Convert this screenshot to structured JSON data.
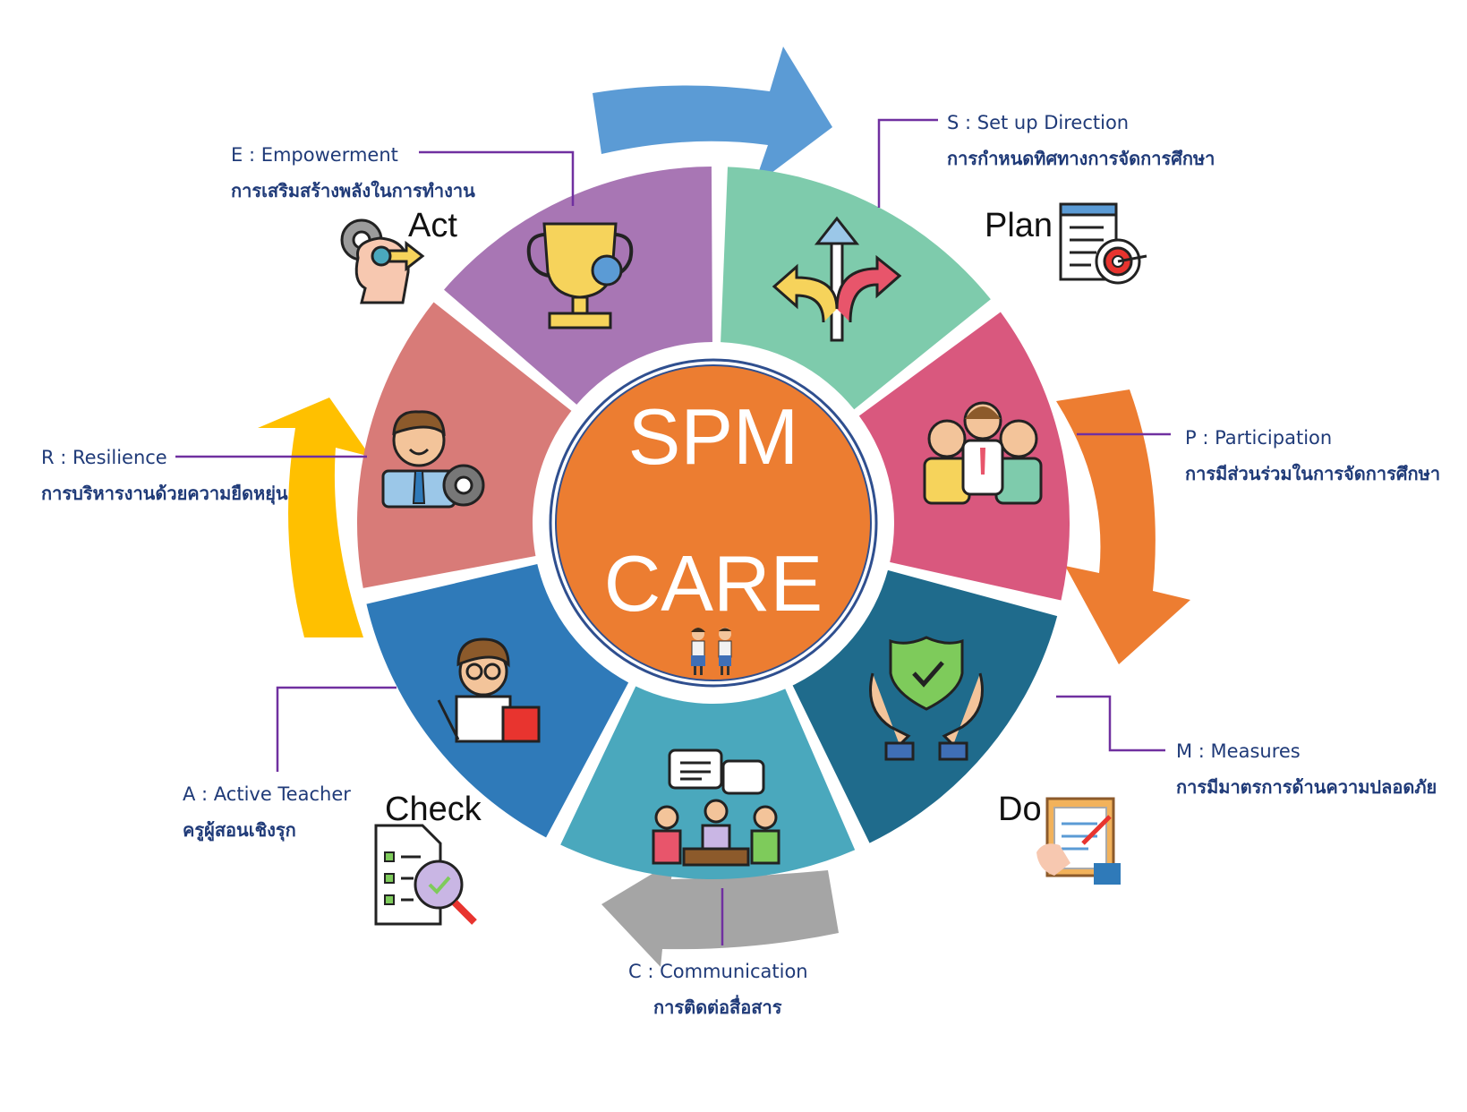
{
  "center": {
    "line1": "SPM",
    "line2": "CARE",
    "icon": "students-icon"
  },
  "phases": {
    "plan": "Plan",
    "do": "Do",
    "check": "Check",
    "act": "Act"
  },
  "labels": {
    "S": {
      "en": "S : Set up Direction",
      "th": "การกำหนดทิศทางการจัดการศึกษา",
      "icon": "direction-arrows-icon"
    },
    "P": {
      "en": "P : Participation",
      "th": "การมีส่วนร่วมในการจัดการศึกษา",
      "icon": "team-meeting-icon"
    },
    "M": {
      "en": "M : Measures",
      "th": "การมีมาตรการด้านความปลอดภัย",
      "icon": "shield-hands-icon"
    },
    "C": {
      "en": "C : Communication",
      "th": "การติดต่อสื่อสาร",
      "icon": "conversation-icon"
    },
    "A": {
      "en": "A : Active Teacher",
      "th": "ครูผู้สอนเชิงรุก",
      "icon": "teacher-icon"
    },
    "R": {
      "en": "R : Resilience",
      "th": "การบริหารงานด้วยความยืดหยุ่น",
      "icon": "manager-gear-icon"
    },
    "E": {
      "en": "E : Empowerment",
      "th": "การเสริมสร้างพลังในการทำงาน",
      "icon": "trophy-icon"
    }
  },
  "phase_icons": {
    "plan": "checklist-target-icon",
    "do": "clipboard-hand-icon",
    "check": "document-search-icon",
    "act": "head-gears-icon"
  },
  "colors": {
    "S": "#7ecbac",
    "P": "#d9587e",
    "M": "#1f6b8c",
    "C": "#4aa8bd",
    "A": "#2f7ab9",
    "R": "#d87b78",
    "E": "#a876b4",
    "center": "#ec7d31",
    "arrow_blue": "#5b9bd5",
    "arrow_orange": "#ed7d31",
    "arrow_gray": "#a5a5a5",
    "arrow_yellow": "#ffc000",
    "text": "#1f3a78",
    "leader": "#7030a0"
  }
}
